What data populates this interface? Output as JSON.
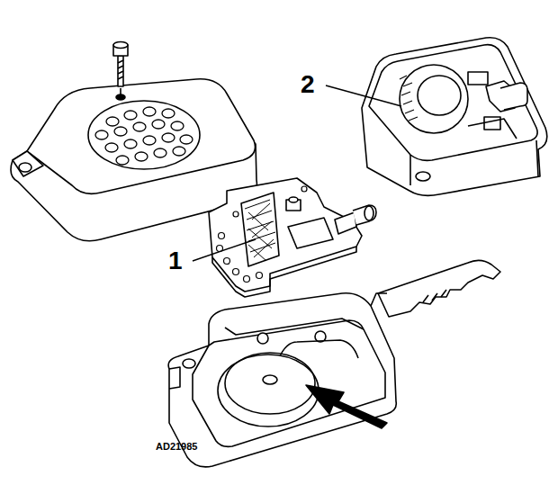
{
  "diagram": {
    "labels": [
      "2",
      "1",
      "AD21985"
    ]
  }
}
